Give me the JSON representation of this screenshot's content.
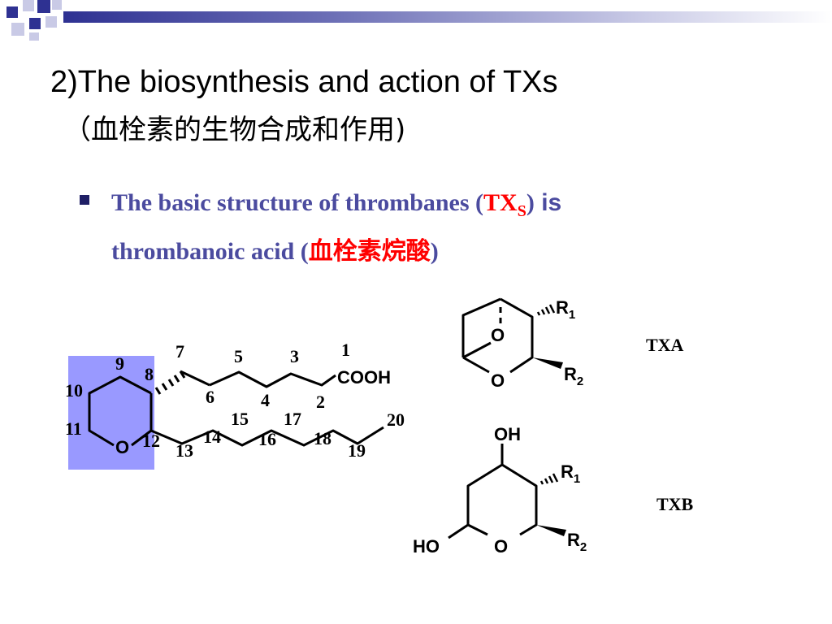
{
  "slide": {
    "title_line1": "2)The biosynthesis and action of TXs",
    "title_line2": "（血栓素的生物合成和作用)",
    "bullet": {
      "text_part1": "The basic structure of thrombanes (",
      "txs_main": "TX",
      "txs_sub": "S",
      "text_part2": ")",
      "text_is": " is",
      "text_part3": "thrombanoic acid (",
      "chinese_name": "血栓素烷酸",
      "text_part4": ")"
    }
  },
  "colors": {
    "accent": "#2e3192",
    "bullet_text": "#4b4b9f",
    "highlight_red": "#ff0000",
    "ring_highlight": "#9999ff"
  },
  "thrombanoic_acid": {
    "carbon_numbers": [
      "1",
      "2",
      "3",
      "4",
      "5",
      "6",
      "7",
      "8",
      "9",
      "10",
      "11",
      "12",
      "13",
      "14",
      "15",
      "16",
      "17",
      "18",
      "19",
      "20"
    ],
    "oxygen": "O",
    "carboxyl": "COOH"
  },
  "txa": {
    "label": "TXA",
    "bridge_oxygen": "O",
    "ring_oxygen": "O",
    "r1": "R",
    "r1_sub": "1",
    "r2": "R",
    "r2_sub": "2"
  },
  "txb": {
    "label": "TXB",
    "hydroxyl": "OH",
    "ring_oxygen": "O",
    "hemiacetal_oh": "HO",
    "r1": "R",
    "r1_sub": "1",
    "r2": "R",
    "r2_sub": "2"
  }
}
